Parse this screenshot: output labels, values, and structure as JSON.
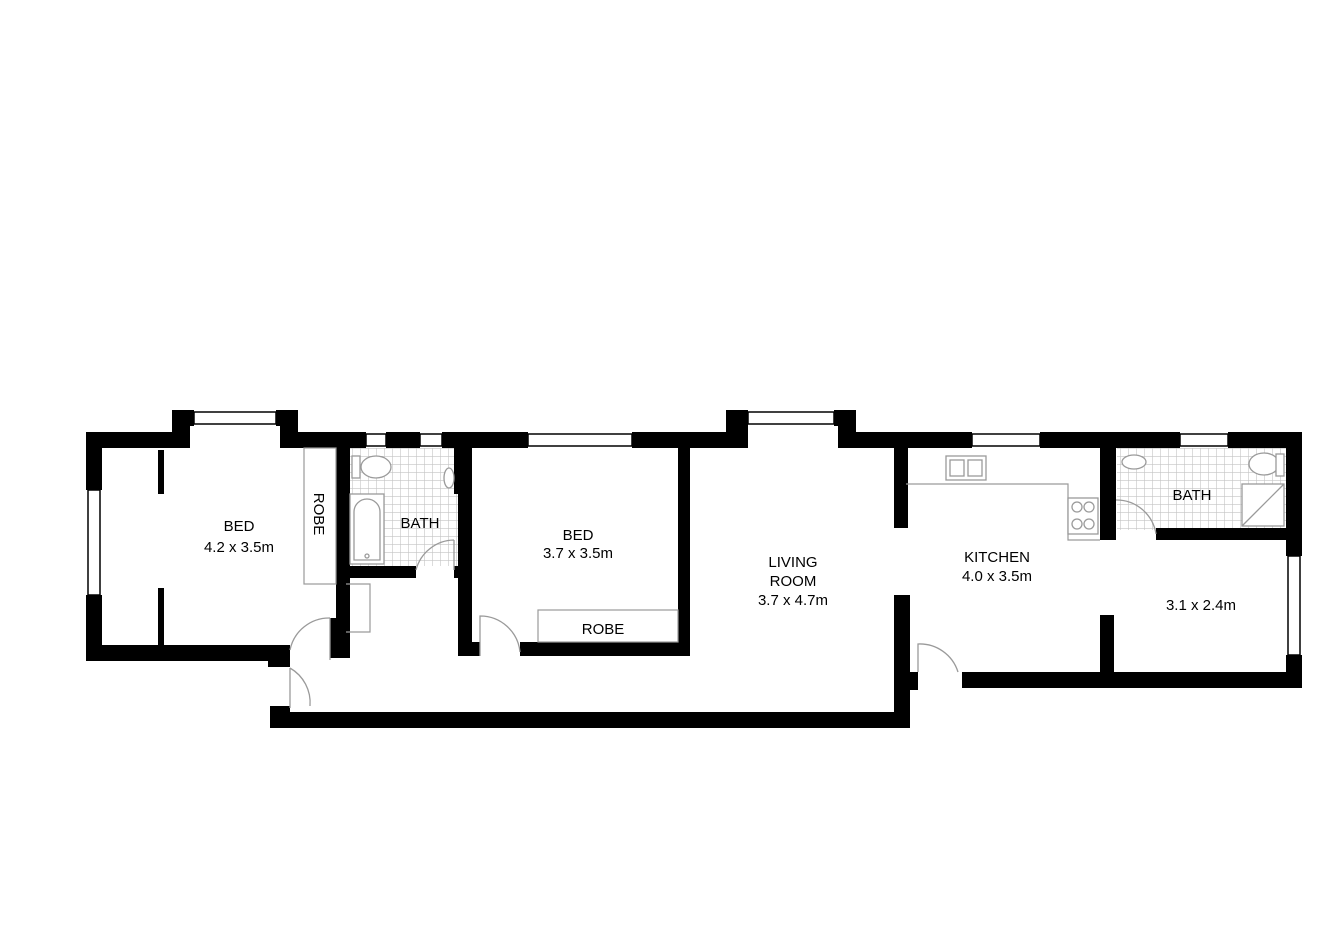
{
  "colors": {
    "wall": "#000000",
    "tile": "#cfcfcf",
    "fixture": "#9a9a9a",
    "background": "#ffffff"
  },
  "rooms": {
    "bed1": {
      "name": "BED",
      "dims": "4.2 x 3.5m"
    },
    "robe1": {
      "name": "ROBE"
    },
    "bath1": {
      "name": "BATH"
    },
    "bed2": {
      "name": "BED",
      "dims": "3.7 x 3.5m"
    },
    "robe2": {
      "name": "ROBE"
    },
    "living": {
      "name_line1": "LIVING",
      "name_line2": "ROOM",
      "dims": "3.7 x 4.7m"
    },
    "kitchen": {
      "name": "KITCHEN",
      "dims": "4.0 x 3.5m"
    },
    "bath2": {
      "name": "BATH"
    },
    "room3": {
      "dims": "3.1 x 2.4m"
    }
  }
}
